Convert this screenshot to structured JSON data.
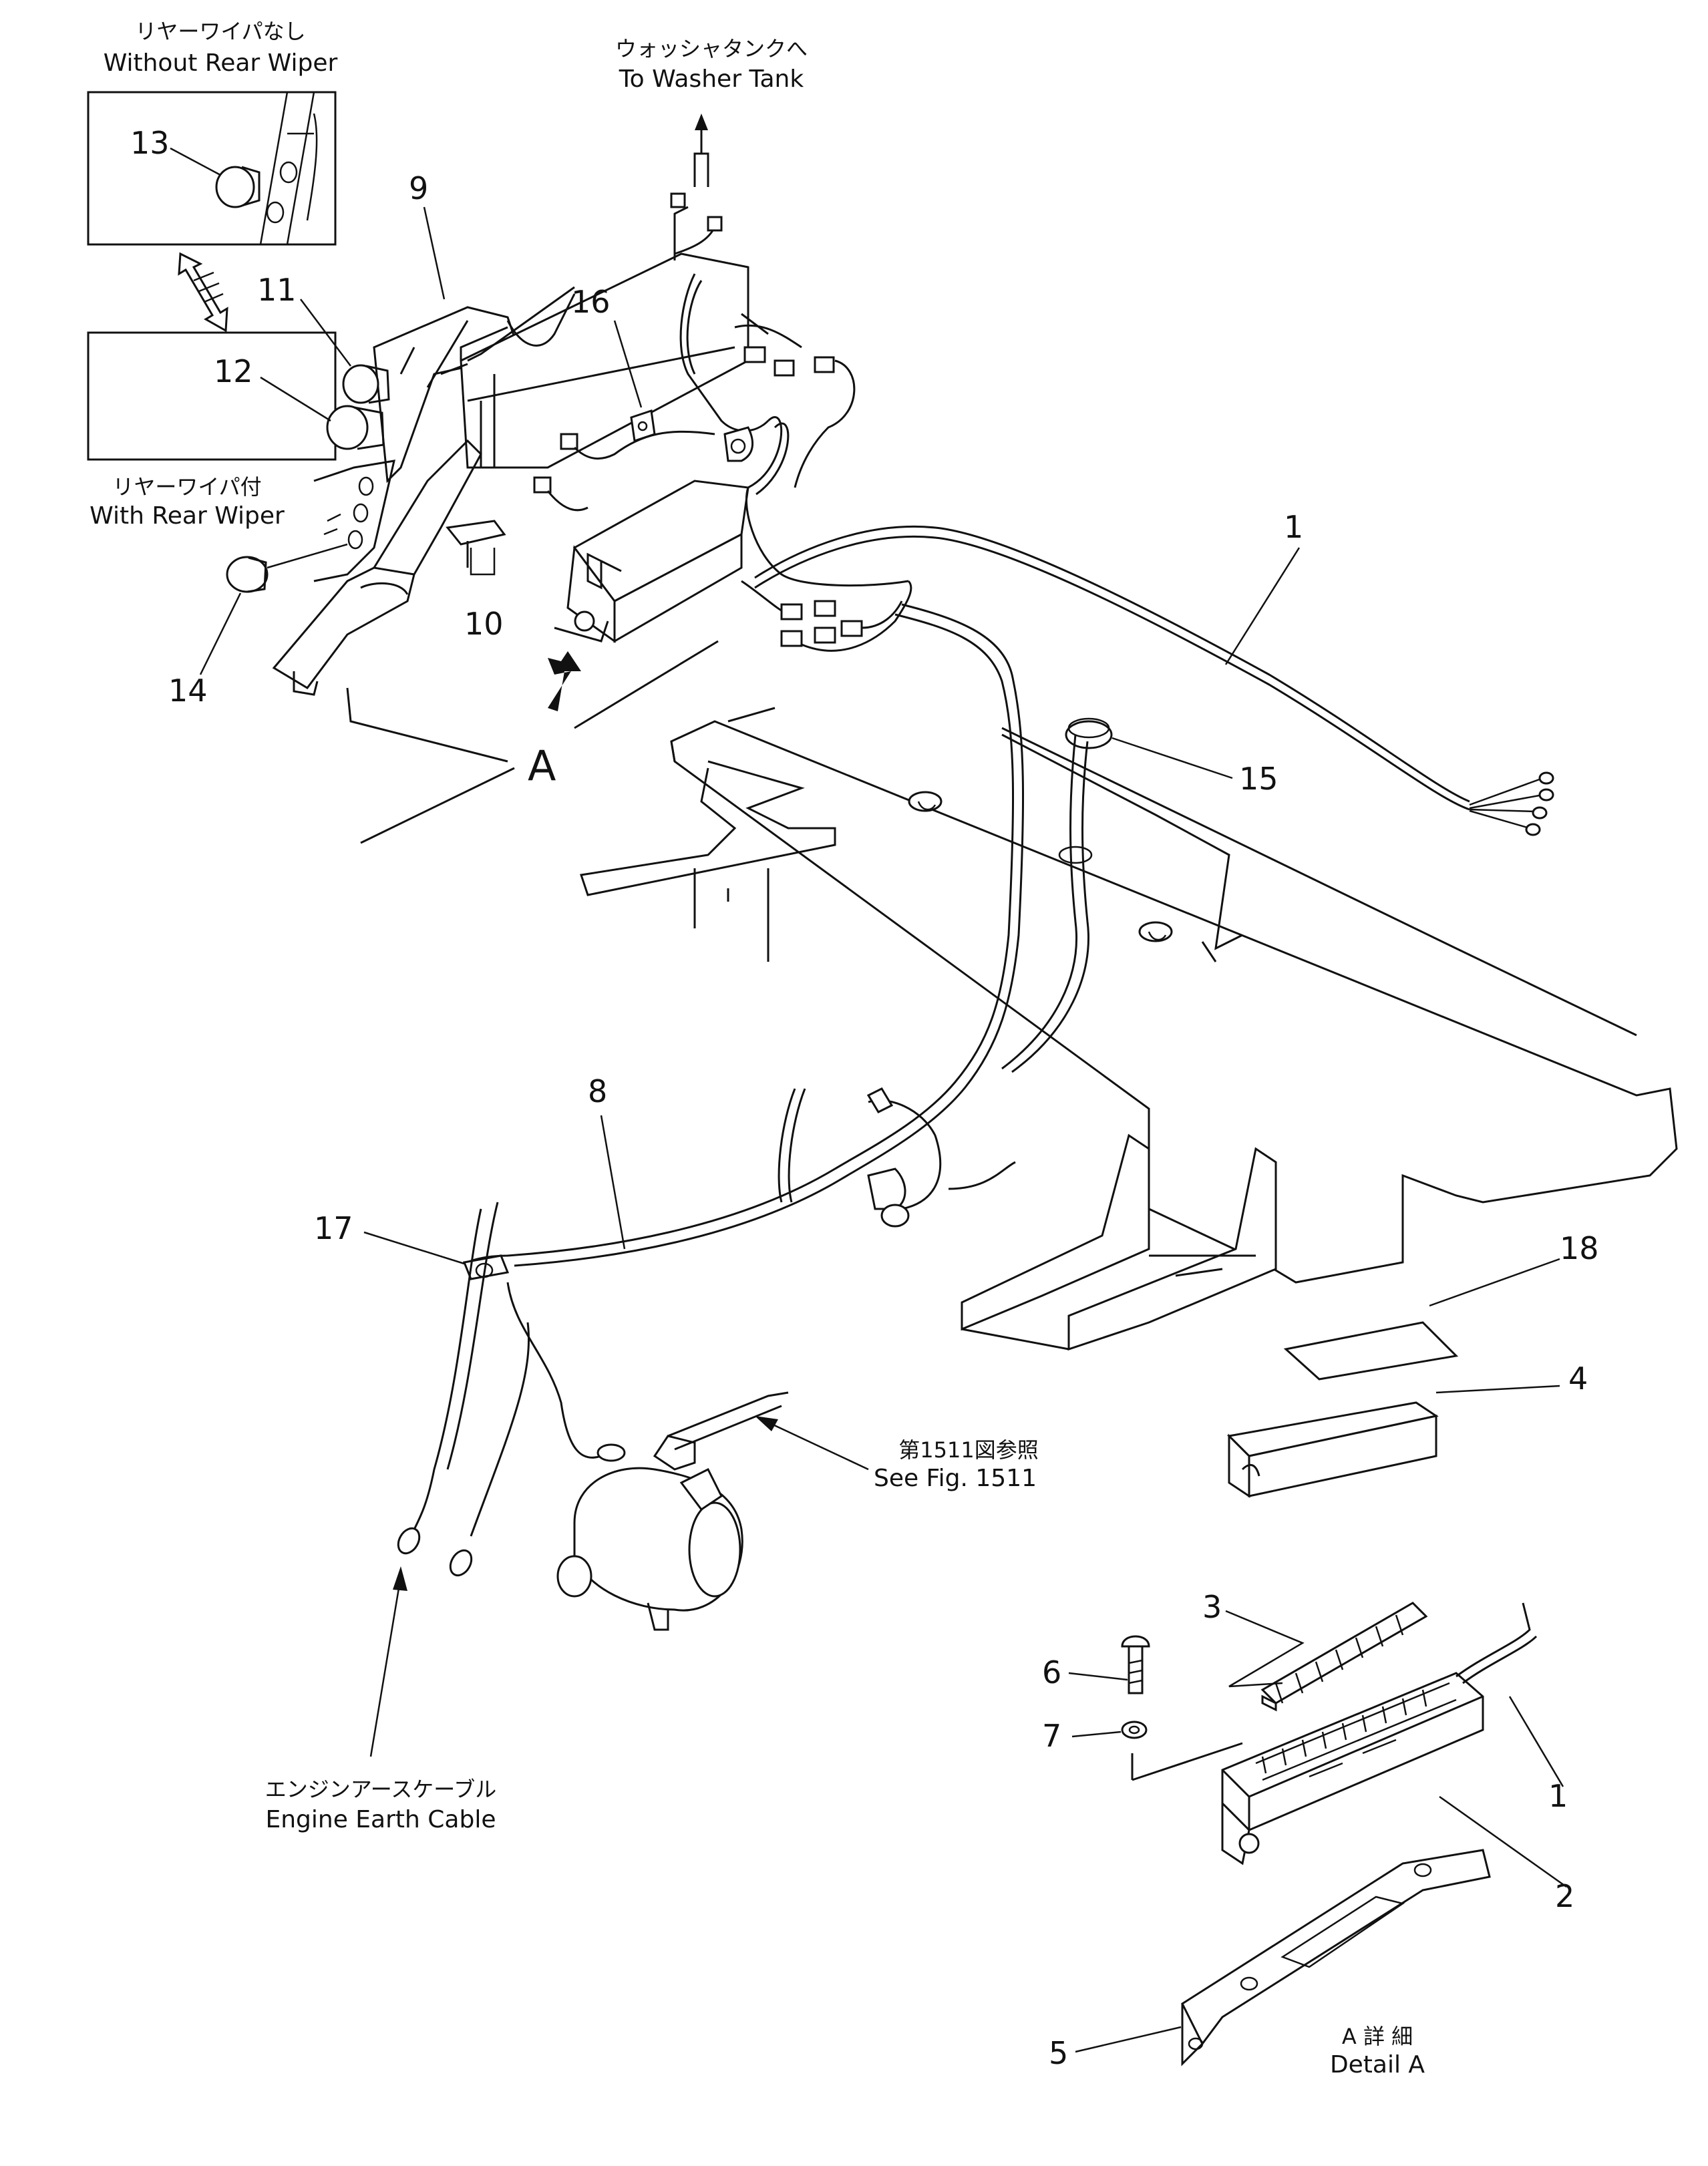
{
  "callouts": {
    "without_rear_wiper": {
      "jp": "リヤーワイパなし",
      "en": "Without Rear Wiper"
    },
    "with_rear_wiper": {
      "jp": "リヤーワイパ付",
      "en": "With Rear Wiper"
    },
    "to_washer_tank": {
      "jp": "ウォッシャタンクへ",
      "en": "To Washer Tank"
    },
    "see_fig": {
      "jp": "第1511図参照",
      "en": "See Fig. 1511"
    },
    "engine_earth_cable": {
      "jp": "エンジンアースケーブル",
      "en": "Engine Earth Cable"
    },
    "detail_a": {
      "jp": "A 詳 細",
      "en": "Detail A"
    },
    "view_a": "A"
  },
  "part_numbers": {
    "p1": "1",
    "p1b": "1",
    "p2": "2",
    "p3": "3",
    "p4": "4",
    "p5": "5",
    "p6": "6",
    "p7": "7",
    "p8": "8",
    "p9": "9",
    "p10": "10",
    "p11": "11",
    "p12": "12",
    "p13": "13",
    "p14": "14",
    "p15": "15",
    "p16": "16",
    "p17": "17",
    "p18": "18"
  }
}
